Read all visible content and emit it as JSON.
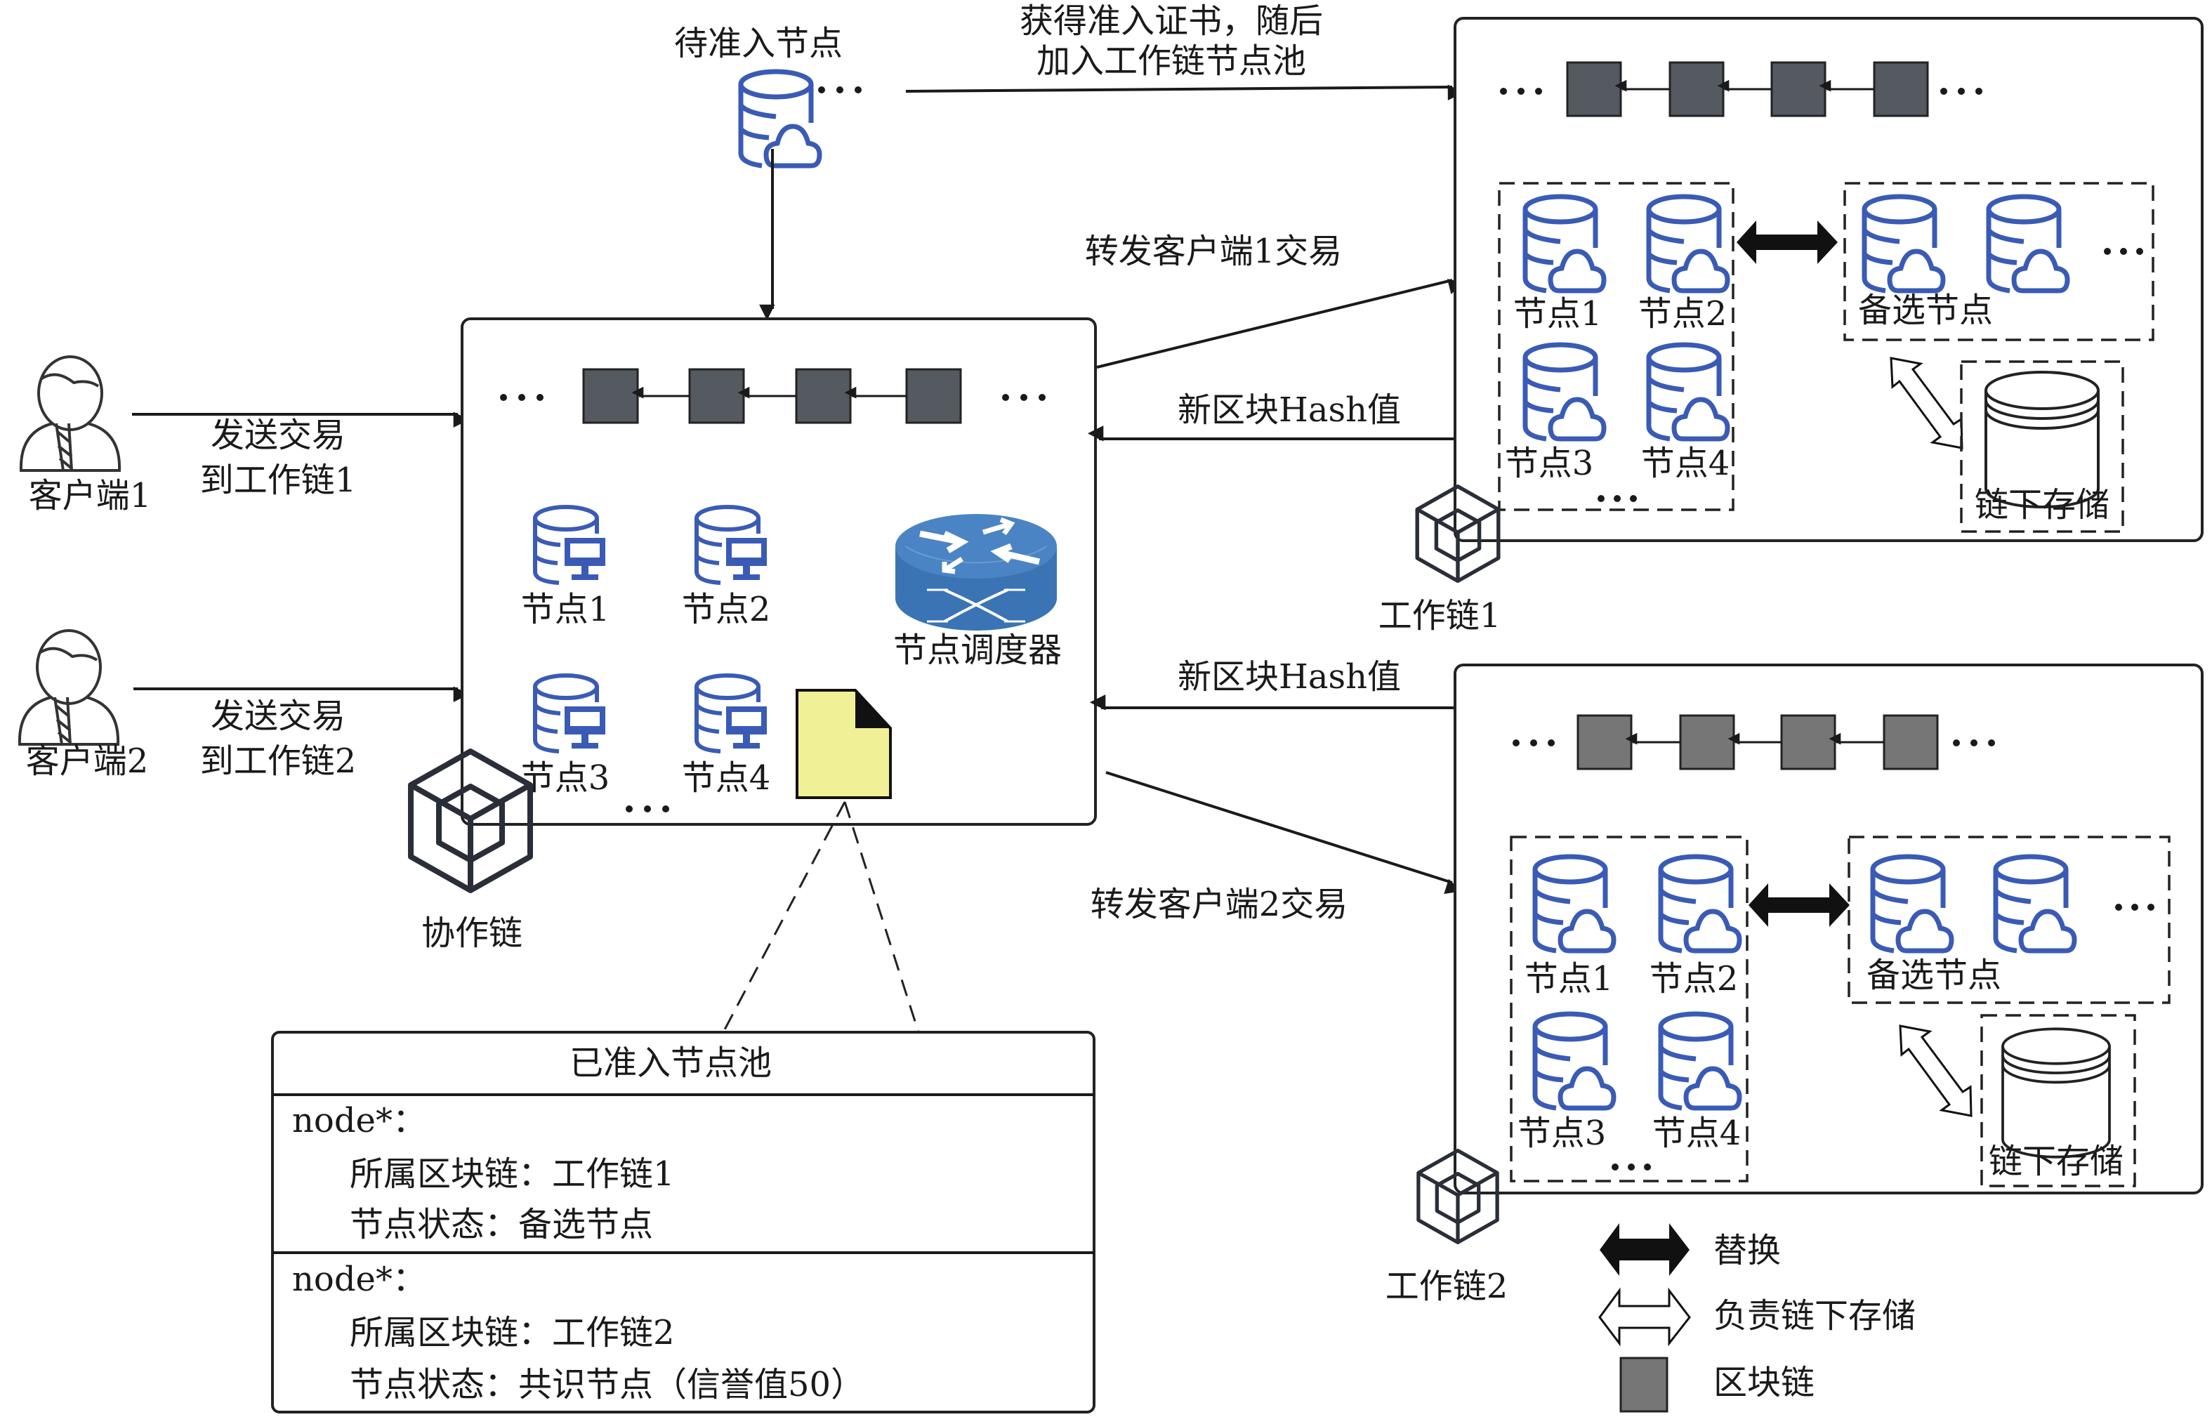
{
  "title": "Collaboration chain and work chains node admission architecture",
  "colors": {
    "node_icon": "#3a5bb5",
    "router": "#3a74b4",
    "block_dark": "#555a60",
    "block_grey": "#767676",
    "document": "#f0f197"
  },
  "pending_node": {
    "label": "待准入节点",
    "icon": "database-cloud-icon",
    "ellipsis": "···"
  },
  "admission_arrow": {
    "line1": "获得准入证书，随后",
    "line2": "加入工作链节点池"
  },
  "clients": [
    {
      "label": "客户端1",
      "icon": "user-icon",
      "arrow_line1": "发送交易",
      "arrow_line2": "到工作链1"
    },
    {
      "label": "客户端2",
      "icon": "user-icon",
      "arrow_line1": "发送交易",
      "arrow_line2": "到工作链2"
    }
  ],
  "collab_chain": {
    "label": "协作链",
    "icon": "cube-icon",
    "chain_ellipsis": "···",
    "nodes": [
      "节点1",
      "节点2",
      "节点3",
      "节点4"
    ],
    "nodes_ellipsis": "···",
    "scheduler_label": "节点调度器",
    "scheduler_icon": "router-icon",
    "document_icon": "document-icon"
  },
  "flows": {
    "forward1": "转发客户端1交易",
    "hash1": "新区块Hash值",
    "hash2": "新区块Hash值",
    "forward2": "转发客户端2交易"
  },
  "work_chains": [
    {
      "label": "工作链1",
      "icon": "cube-icon",
      "consensus_nodes": [
        "节点1",
        "节点2",
        "节点3",
        "节点4"
      ],
      "consensus_ellipsis": "···",
      "candidate_label": "备选节点",
      "candidate_ellipsis": "···",
      "storage_label": "链下存储"
    },
    {
      "label": "工作链2",
      "icon": "cube-icon",
      "consensus_nodes": [
        "节点1",
        "节点2",
        "节点3",
        "节点4"
      ],
      "consensus_ellipsis": "···",
      "candidate_label": "备选节点",
      "candidate_ellipsis": "···",
      "storage_label": "链下存储"
    }
  ],
  "node_pool": {
    "header": "已准入节点池",
    "entries": [
      {
        "name": "node*：",
        "chain": "所属区块链：工作链1",
        "status": "节点状态：备选节点"
      },
      {
        "name": "node*：",
        "chain": "所属区块链：工作链2",
        "status": "节点状态：共识节点（信誉值50）"
      }
    ]
  },
  "legend": [
    {
      "icon": "solid-double-arrow-icon",
      "label": "替换"
    },
    {
      "icon": "hollow-double-arrow-icon",
      "label": "负责链下存储"
    },
    {
      "icon": "block-icon",
      "label": "区块链"
    }
  ]
}
